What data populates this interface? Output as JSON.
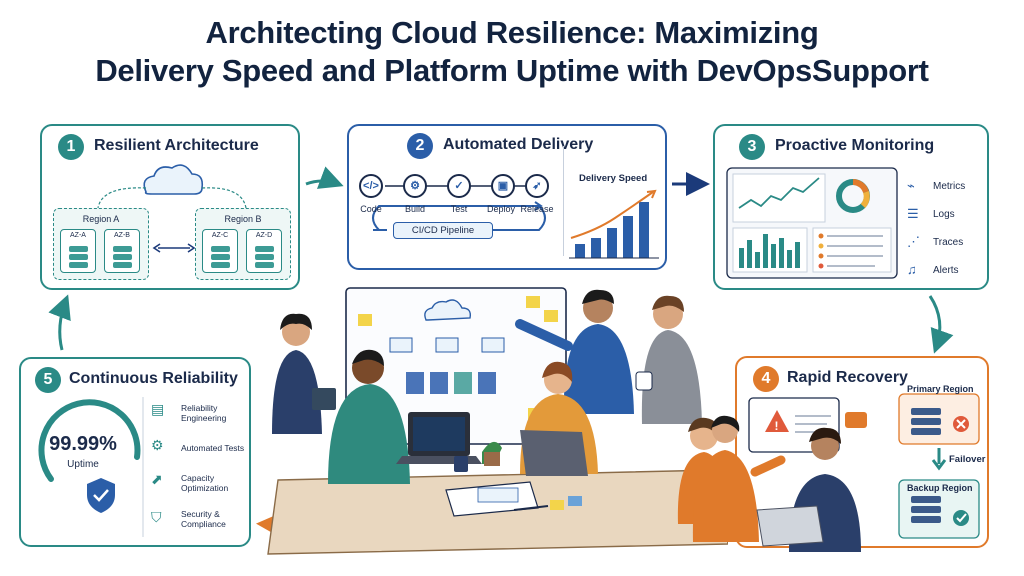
{
  "title_line1": "Architecting Cloud Resilience: Maximizing",
  "title_line2": "Delivery Speed and Platform Uptime with DevOpsSupport",
  "colors": {
    "teal": "#2a8a86",
    "blue": "#2b5ea8",
    "orange": "#e07a2b",
    "navy": "#1b2a4a"
  },
  "panel1": {
    "num": "1",
    "title": "Resilient Architecture",
    "region_a": "Region A",
    "region_b": "Region B",
    "az": [
      "AZ-A",
      "AZ-B",
      "AZ-C",
      "AZ-D"
    ],
    "icons": [
      "cloud-icon",
      "server-icon"
    ]
  },
  "panel2": {
    "num": "2",
    "title": "Automated Delivery",
    "stages": [
      "Code",
      "Build",
      "Test",
      "Deploy",
      "Release"
    ],
    "pipeline": "CI/CD Pipeline",
    "chart_title": "Delivery Speed",
    "icons": [
      "code-icon",
      "gear-icon",
      "check-icon",
      "box-icon",
      "rocket-icon"
    ]
  },
  "panel3": {
    "num": "3",
    "title": "Proactive Monitoring",
    "items": [
      "Metrics",
      "Logs",
      "Traces",
      "Alerts"
    ],
    "icons": [
      "pulse-icon",
      "list-icon",
      "network-icon",
      "bell-icon"
    ]
  },
  "panel4": {
    "num": "4",
    "title": "Rapid Recovery",
    "primary": "Primary Region",
    "failover": "Failover",
    "backup": "Backup Region",
    "icons": [
      "warning-icon",
      "x-icon",
      "check-icon"
    ]
  },
  "panel5": {
    "num": "5",
    "title": "Continuous Reliability",
    "uptime": "99.99%",
    "uptime_label": "Uptime",
    "items": [
      "Reliability\nEngineering",
      "Automated Tests",
      "Capacity\nOptimization",
      "Security &\nCompliance"
    ],
    "icons": [
      "clipboard-icon",
      "gears-icon",
      "growth-icon",
      "shield-icon"
    ]
  }
}
